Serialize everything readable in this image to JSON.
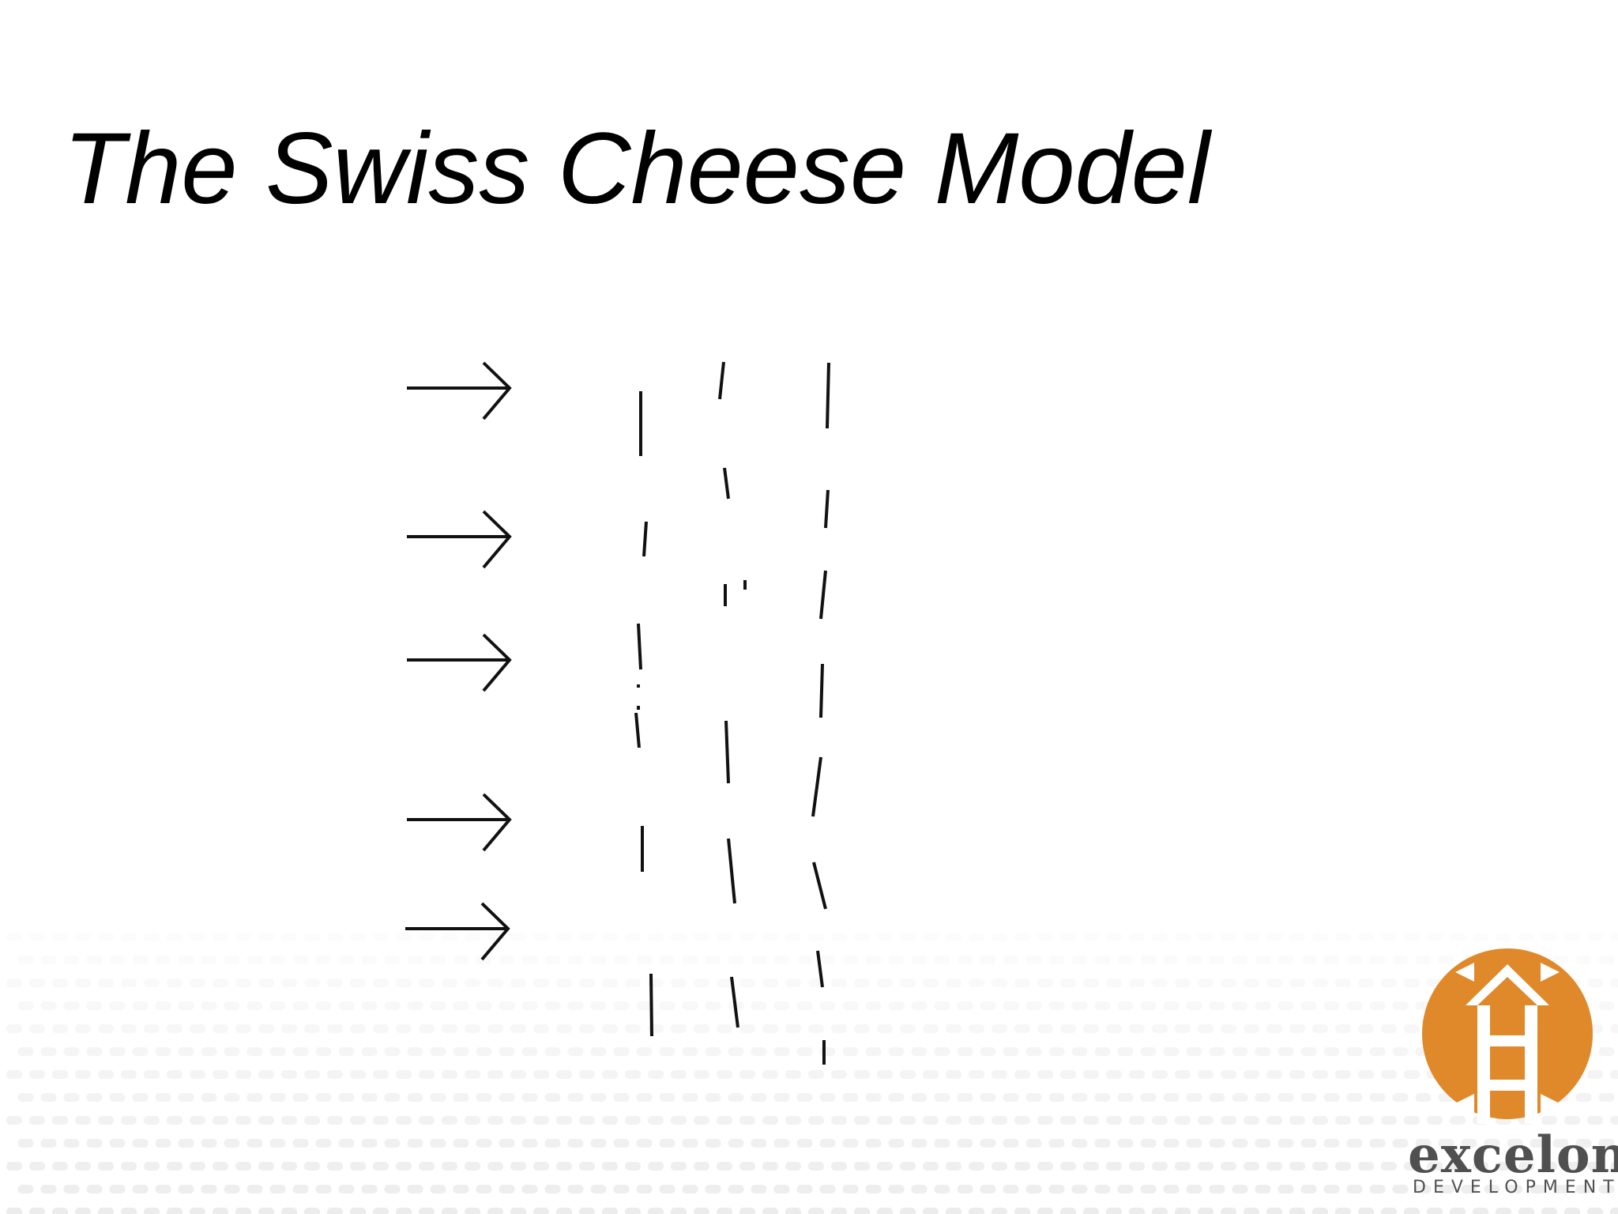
{
  "slide": {
    "title": "The Swiss Cheese Model"
  },
  "diagram": {
    "arrow_count": 5,
    "layer_count": 3,
    "colors": {
      "stroke": "#111111",
      "background": "#ffffff",
      "dot_band": "#ececec"
    }
  },
  "logo": {
    "icon": "excelon-house-emblem-icon",
    "wordmark": "excelon",
    "subtitle": "DEVELOPMENT",
    "colors": {
      "circle": "#e0892a",
      "text": "#505050",
      "emblem": "#ffffff"
    }
  }
}
